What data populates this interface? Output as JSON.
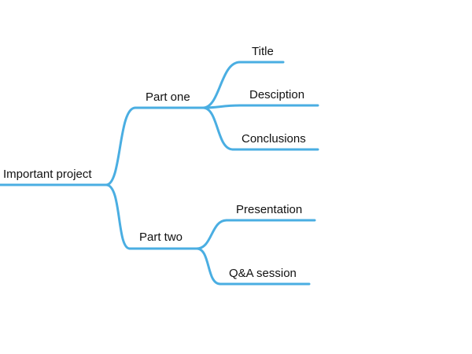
{
  "colors": {
    "branch": "#4aaee2",
    "text": "#111111",
    "background": "#ffffff"
  },
  "mindmap": {
    "root": {
      "label": "Important project"
    },
    "branches": [
      {
        "label": "Part one",
        "children": [
          {
            "label": "Title"
          },
          {
            "label": "Desciption"
          },
          {
            "label": "Conclusions"
          }
        ]
      },
      {
        "label": "Part two",
        "children": [
          {
            "label": "Presentation"
          },
          {
            "label": "Q&A session"
          }
        ]
      }
    ]
  }
}
